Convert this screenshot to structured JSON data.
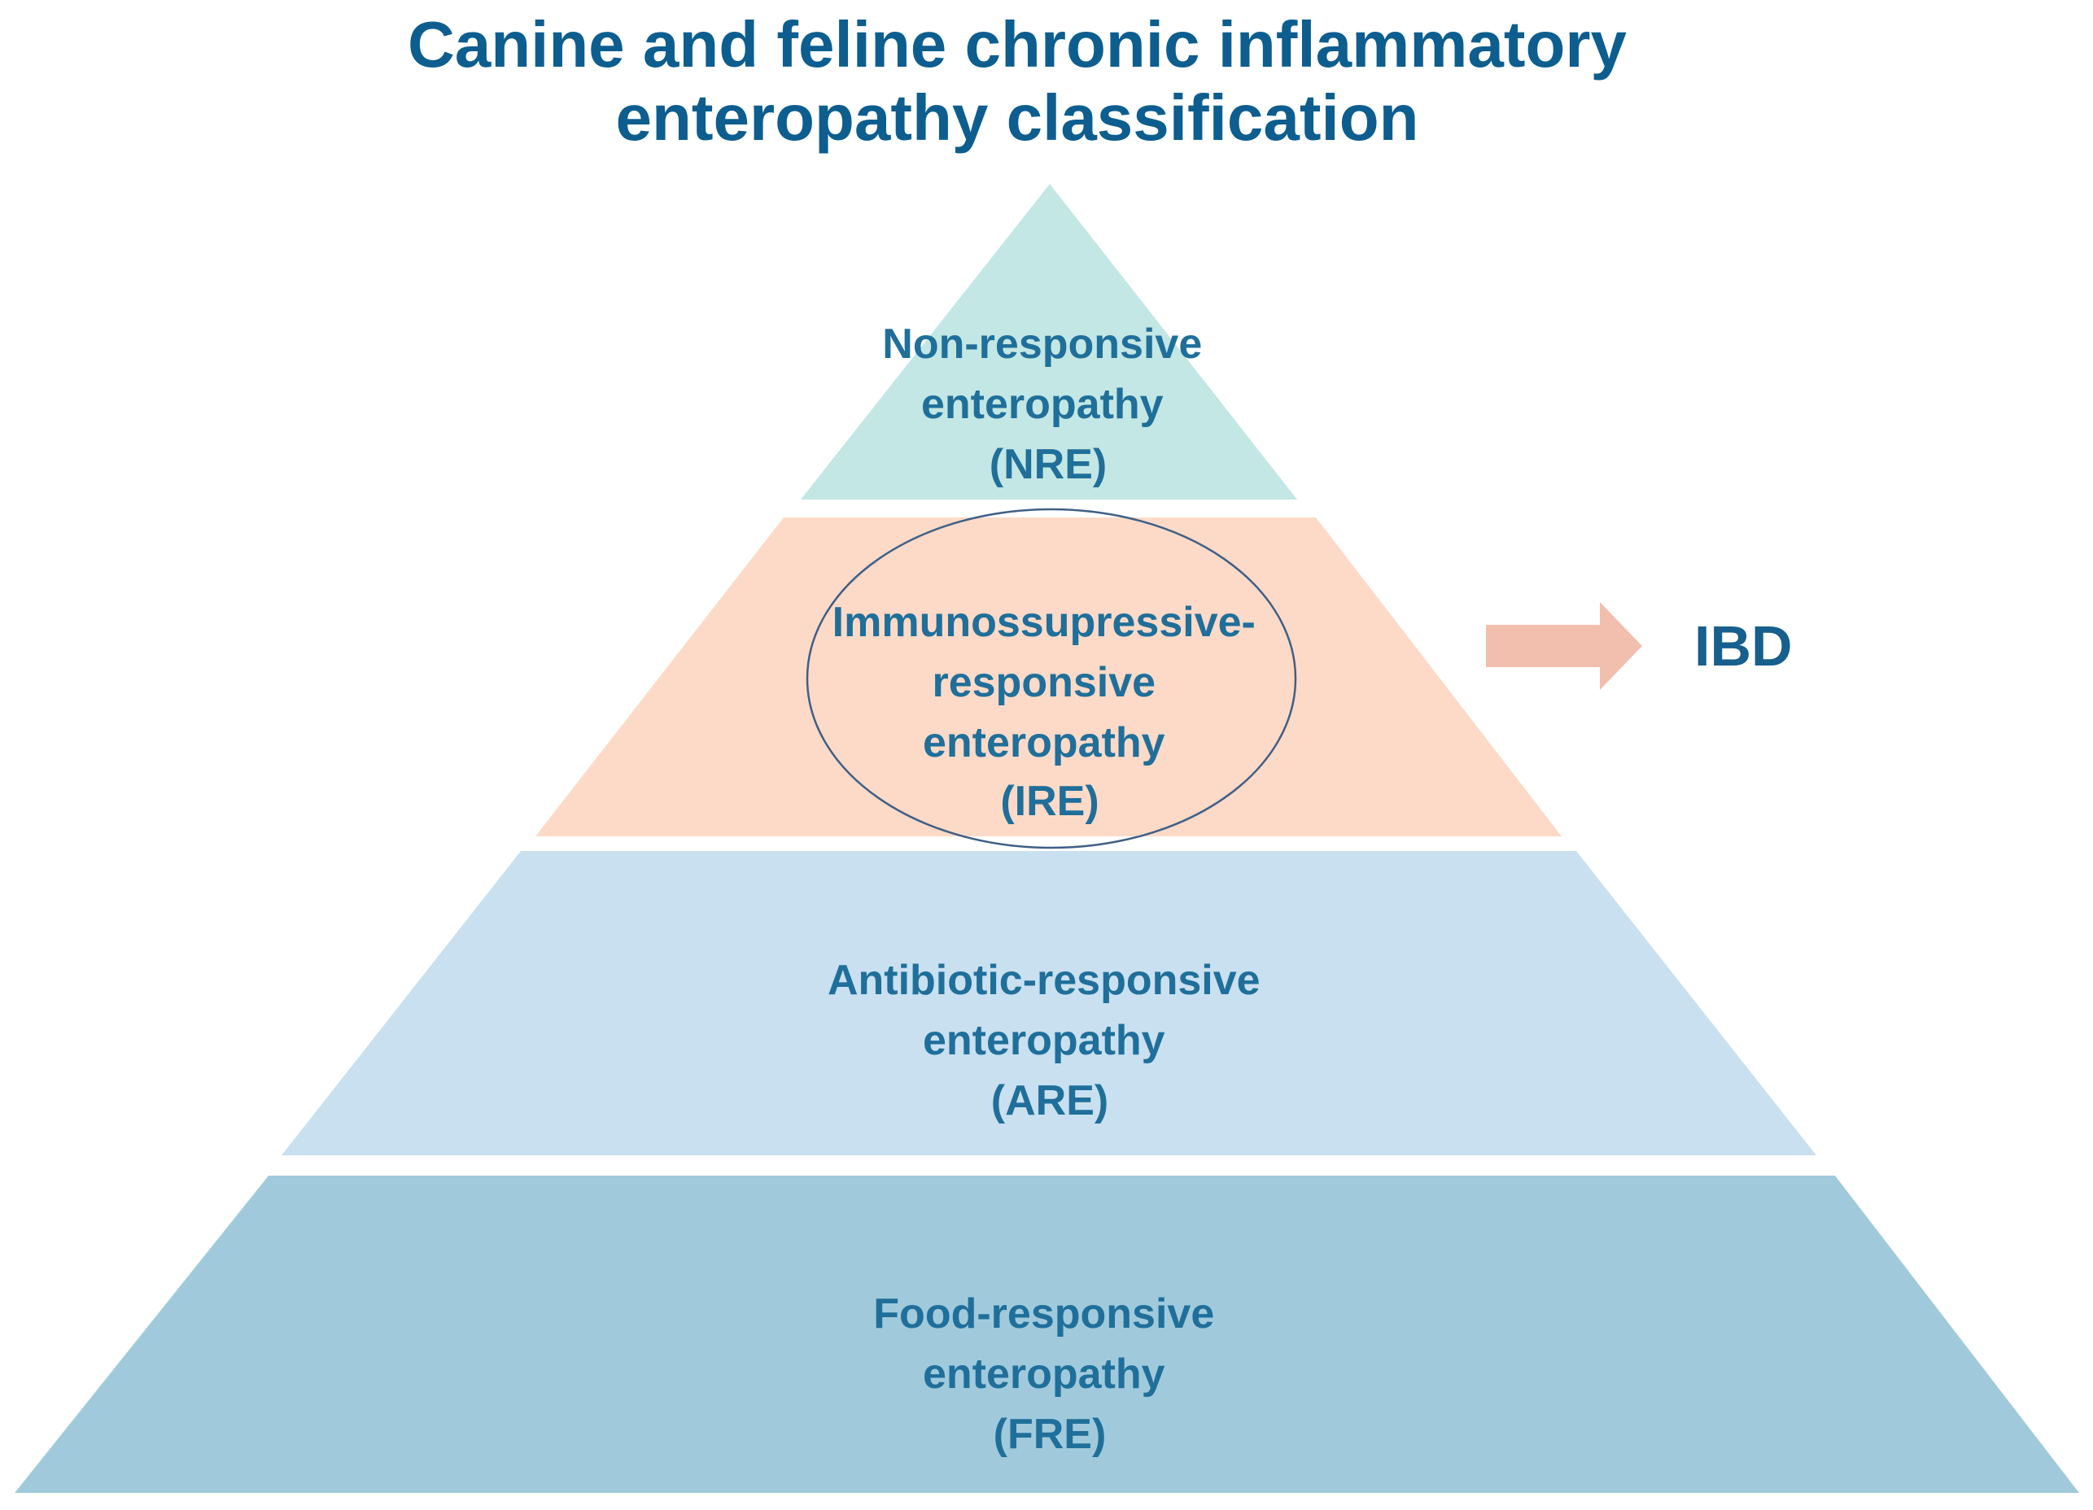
{
  "title": {
    "line1": "Canine and feline chronic inflammatory",
    "line2": "enteropathy classification"
  },
  "tiers": [
    {
      "id": "nre",
      "lines": [
        "Non-responsive",
        "enteropathy",
        "(NRE)"
      ],
      "color": "#c3e7e4"
    },
    {
      "id": "ire",
      "lines": [
        "Immunossupressive-",
        "responsive",
        "enteropathy",
        "(IRE)"
      ],
      "color": "#fddac8"
    },
    {
      "id": "are",
      "lines": [
        "Antibiotic-responsive",
        "enteropathy",
        "(ARE)"
      ],
      "color": "#c9e0f0"
    },
    {
      "id": "fre",
      "lines": [
        "Food-responsive",
        "enteropathy",
        "(FRE)"
      ],
      "color": "#a0cadc"
    }
  ],
  "callout": {
    "label": "IBD",
    "arrow_color": "#f2bfae",
    "ellipse_color": "#3f5f86"
  },
  "colors": {
    "title": "#0d5e8f",
    "tier_text": "#1f6f9a"
  }
}
